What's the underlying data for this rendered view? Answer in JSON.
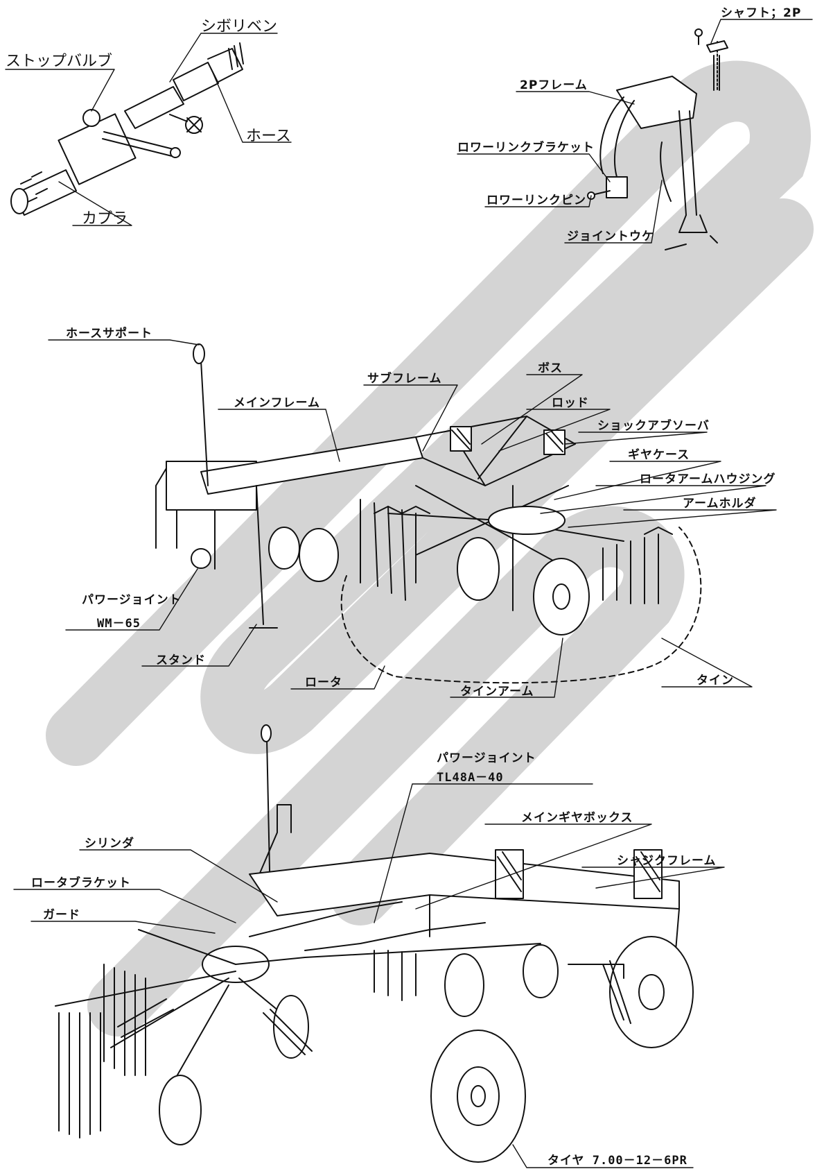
{
  "watermark_color": "#d4d4d4",
  "line_color": "#111111",
  "labels": {
    "stop_valve": "ストップバルブ",
    "throttle_valve": "シボリベン",
    "hose": "ホース",
    "coupler": "カプラ",
    "shaft_2p": "シャフト；2P",
    "frame_2p": "2Pフレーム",
    "lower_link_bracket": "ロワーリンクブラケット",
    "lower_link_pin": "ロワーリンクピン",
    "joint_receiver": "ジョイントウケ",
    "hose_support": "ホースサポート",
    "sub_frame": "サブフレーム",
    "boss": "ボス",
    "main_frame": "メインフレーム",
    "rod": "ロッド",
    "shock_absorber": "ショックアブソーバ",
    "gear_case": "ギヤケース",
    "rotor_arm_housing": "ロータアームハウジング",
    "arm_holder": "アームホルダ",
    "power_joint_1": "パワージョイント",
    "power_joint_1_model": "WM－65",
    "stand": "スタンド",
    "rotor": "ロータ",
    "tine_arm": "タインアーム",
    "tine": "タイン",
    "power_joint_2": "パワージョイント",
    "power_joint_2_model": "TL48A－40",
    "main_gearbox": "メインギヤボックス",
    "cylinder": "シリンダ",
    "chassis_frame": "シャジクフレーム",
    "rotor_bracket": "ロータブラケット",
    "guard": "ガード",
    "tire": "タイヤ 7.00－12－6PR"
  }
}
